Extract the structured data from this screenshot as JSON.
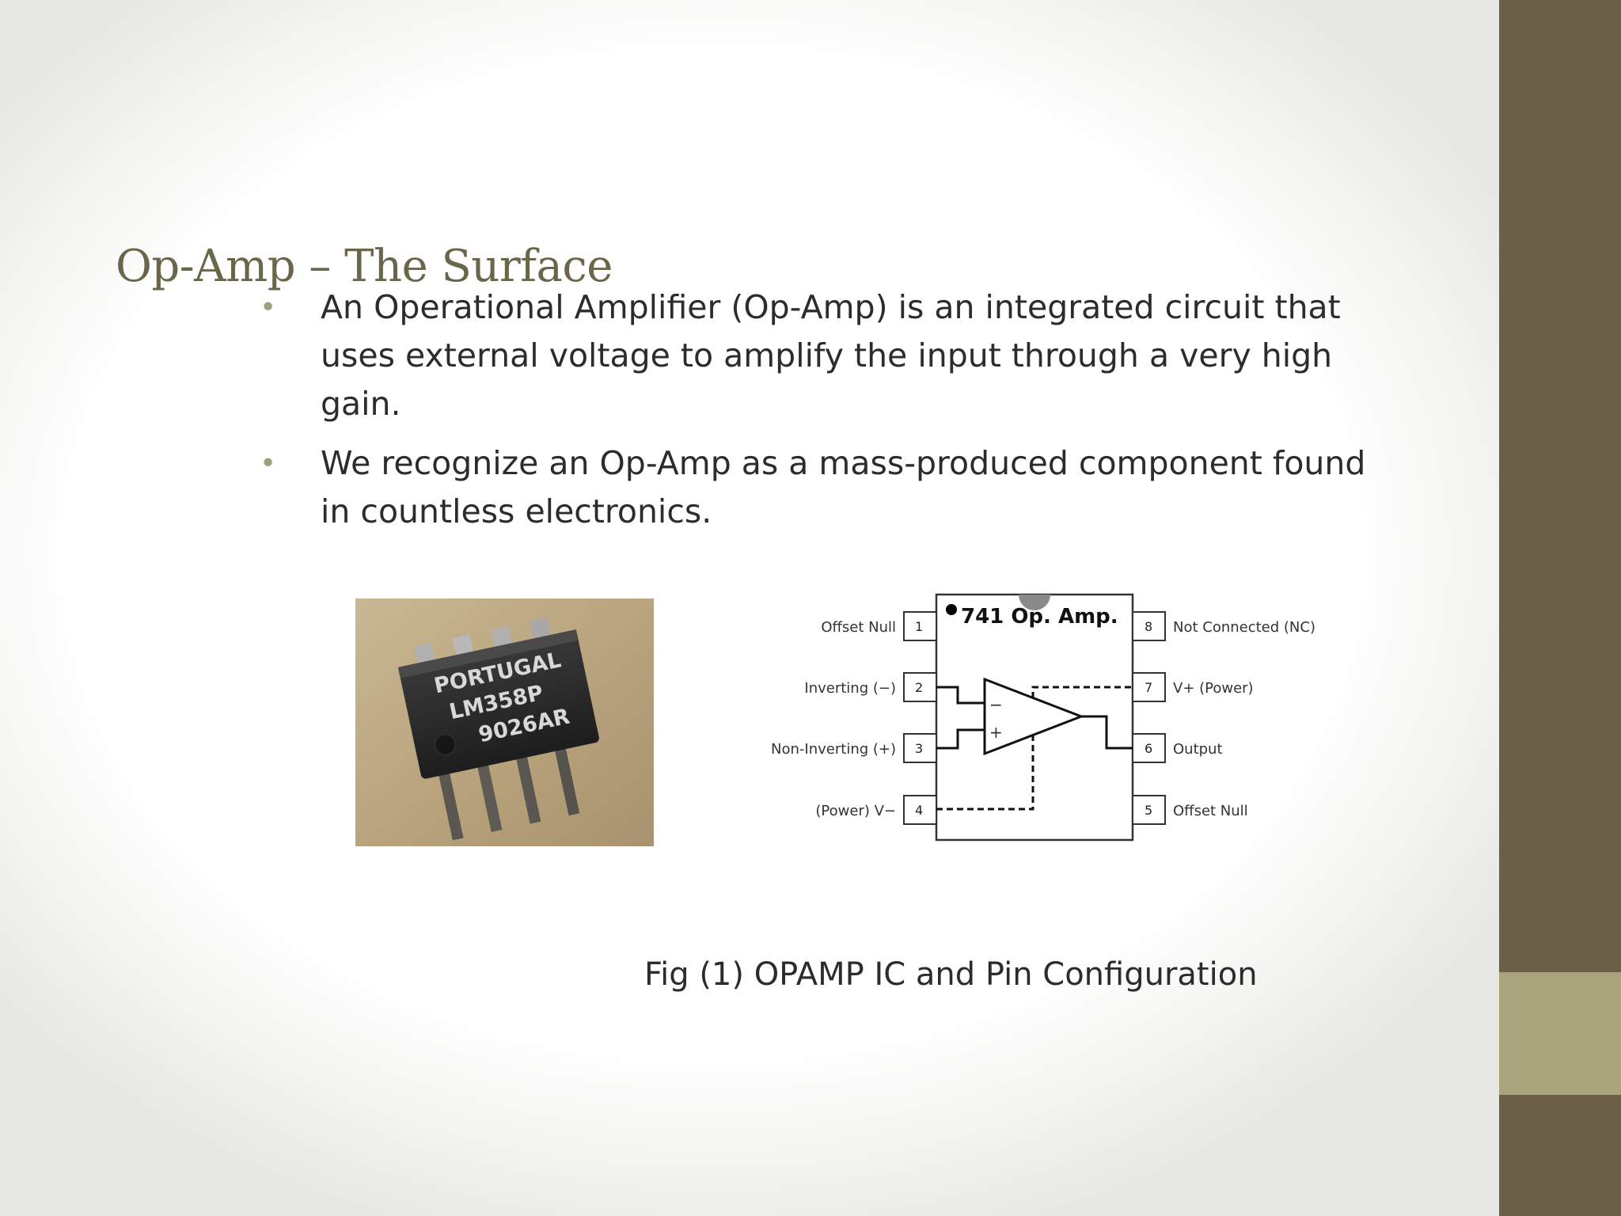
{
  "slide": {
    "title": "Op-Amp – The Surface",
    "bullets": [
      {
        "text": "An Operational Amplifier (Op-Amp) is an integrated circuit that uses external voltage to amplify the input through a very high gain."
      },
      {
        "text": "We recognize an Op-Amp as a mass-produced component found in countless electronics."
      }
    ],
    "bullet_glyph": "•",
    "caption": "Fig (1) OPAMP IC and Pin Configuration"
  },
  "chip_photo": {
    "marking_line1": "PORTUGAL",
    "marking_line2": "LM358P",
    "marking_line3": "9026AR"
  },
  "pin_diagram": {
    "chip_title": "741 Op. Amp.",
    "left_pins": [
      {
        "num": "1",
        "label": "Offset Null"
      },
      {
        "num": "2",
        "label": "Inverting (−)"
      },
      {
        "num": "3",
        "label": "Non-Inverting (+)"
      },
      {
        "num": "4",
        "label": "(Power) V−"
      }
    ],
    "right_pins": [
      {
        "num": "8",
        "label": "Not Connected (NC)"
      },
      {
        "num": "7",
        "label": "V+ (Power)"
      },
      {
        "num": "6",
        "label": "Output"
      },
      {
        "num": "5",
        "label": "Offset Null"
      }
    ],
    "minus_sign": "−",
    "plus_sign": "+"
  },
  "colors": {
    "title": "#69664a",
    "bullet": "#9da07f",
    "band_dark": "#6b5f48",
    "band_light": "#a9a47c",
    "text": "#2c2c2c"
  }
}
